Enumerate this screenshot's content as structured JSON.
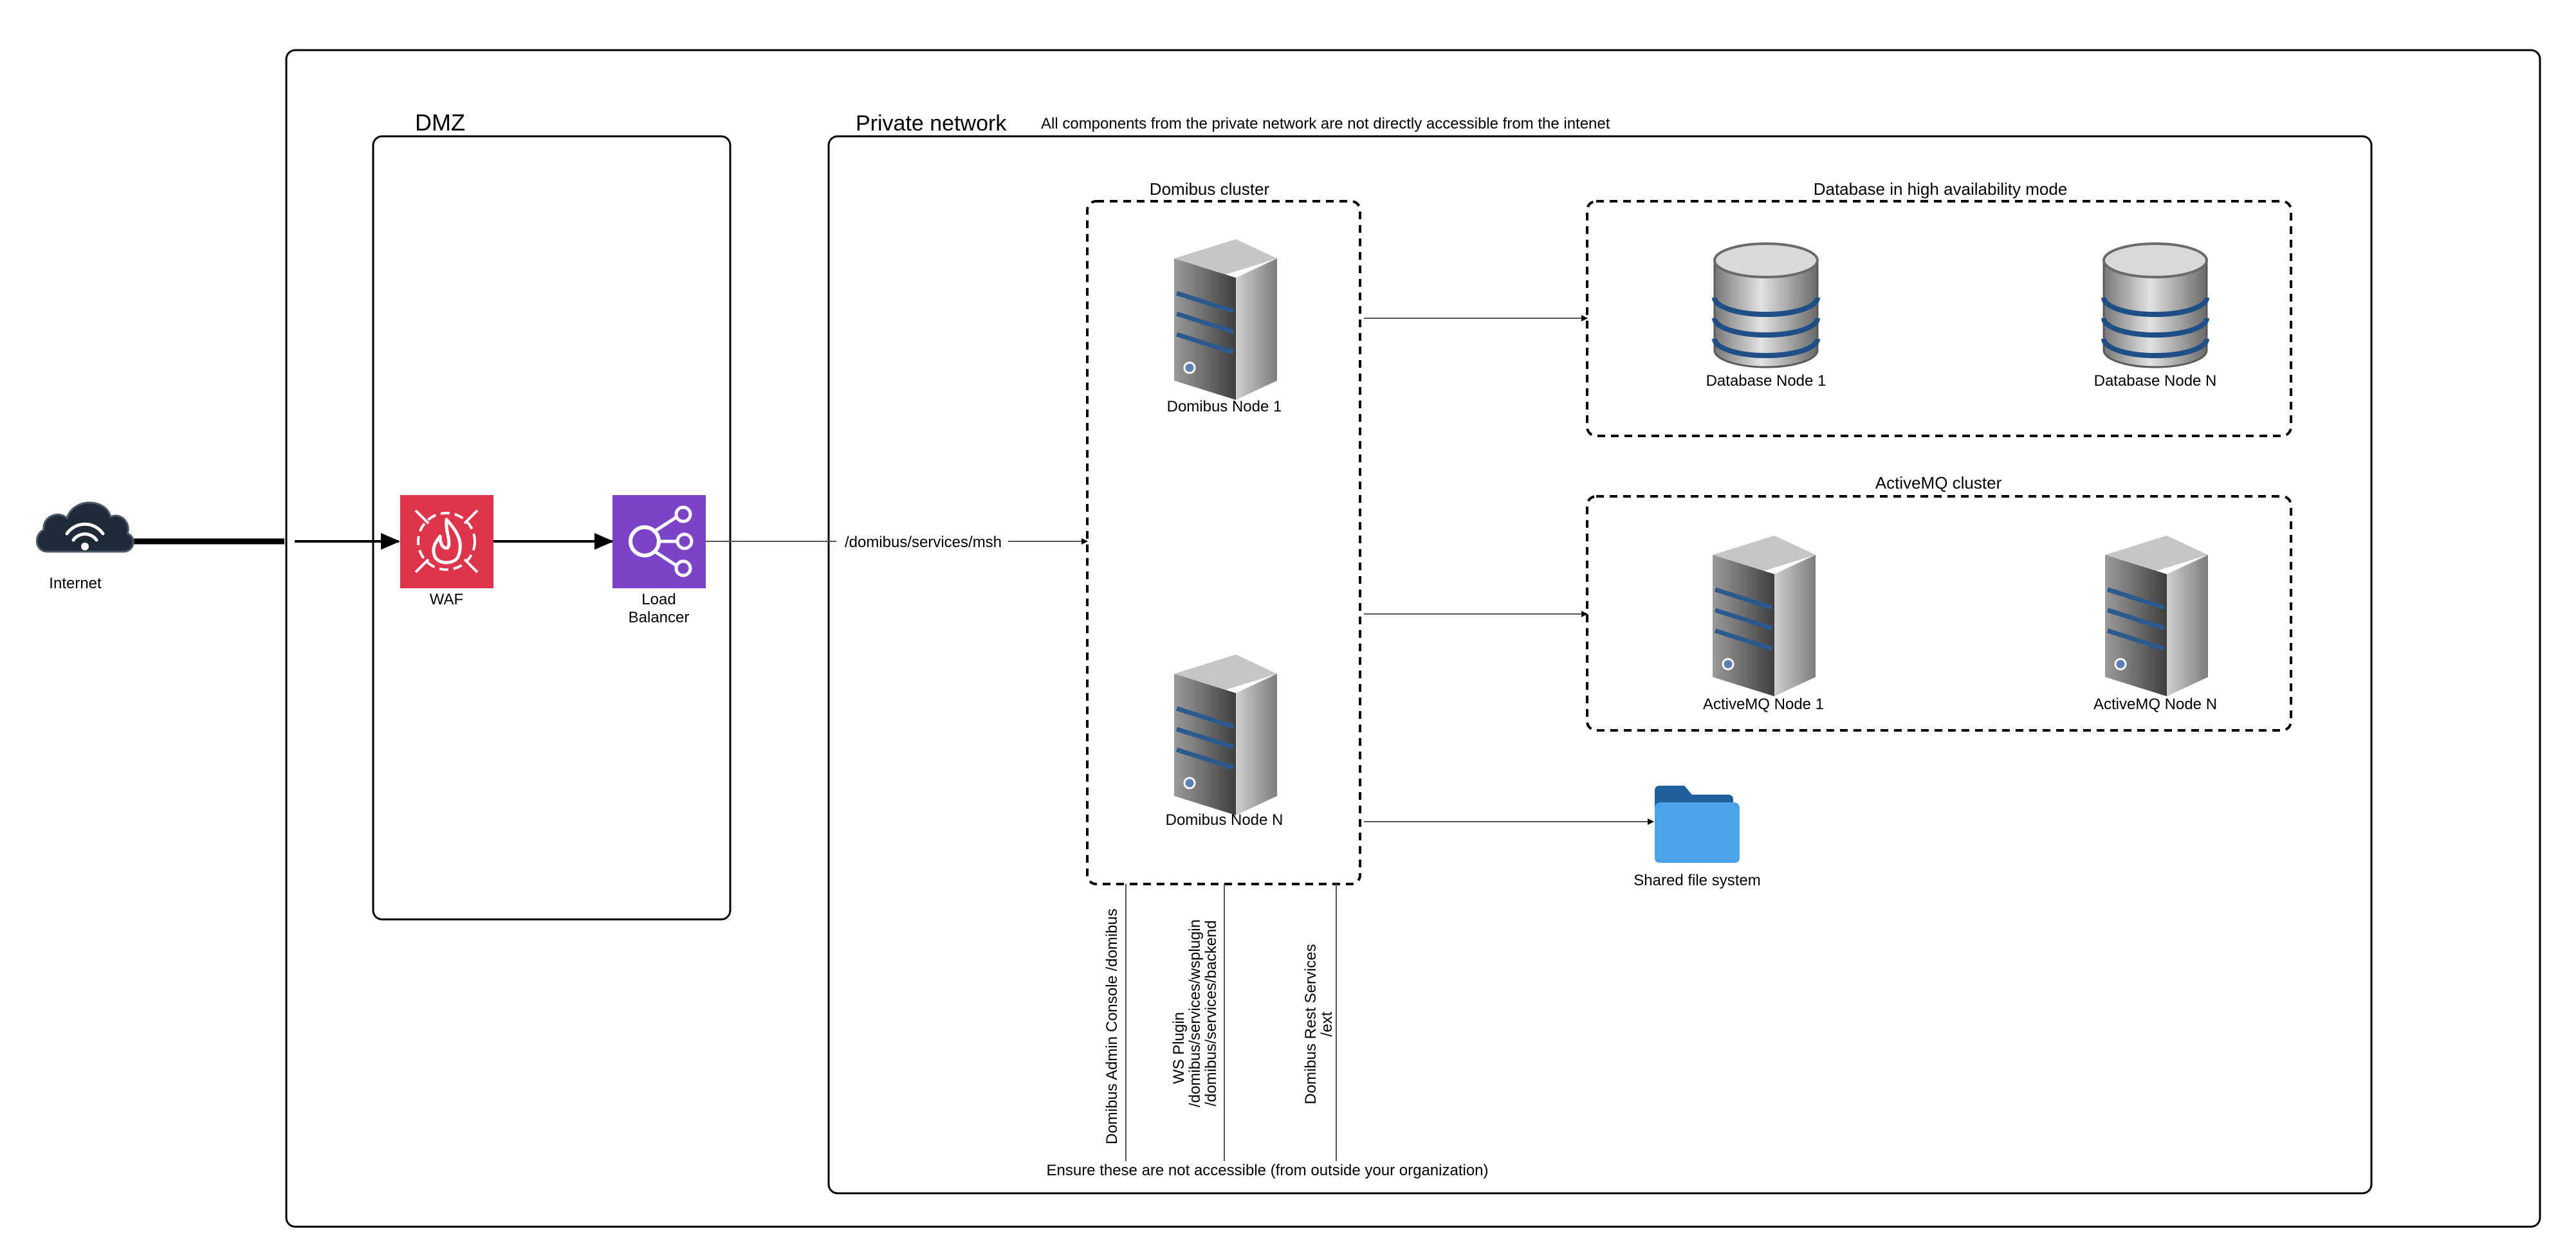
{
  "labels": {
    "internet": "Internet",
    "dmz": "DMZ",
    "private_network": "Private network",
    "private_note": "All components from the private network are not directly accessible from the intenet",
    "waf": "WAF",
    "lb_line1": "Load",
    "lb_line2": "Balancer",
    "msh_path": "/domibus/services/msh",
    "domibus_cluster": "Domibus cluster",
    "domibus_node_1": "Domibus Node 1",
    "domibus_node_n": "Domibus Node N",
    "db_group": "Database in high availability mode",
    "db_node_1": "Database Node 1",
    "db_node_n": "Database Node N",
    "amq_group": "ActiveMQ cluster",
    "amq_node_1": "ActiveMQ Node 1",
    "amq_node_n": "ActiveMQ Node N",
    "shared_fs": "Shared file system",
    "admin_console": "Domibus Admin Console /domibus",
    "ws_plugin_1": "WS Plugin",
    "ws_plugin_2": "/domibus/services/wsplugin",
    "ws_plugin_3": "/domibus/services/backend",
    "rest_1": "Domibus Rest Services",
    "rest_2": "/ext",
    "not_accessible": "Ensure these are not accessible (from outside your organization)"
  },
  "icons": {
    "internet": "cloud-wifi-icon",
    "waf": "firewall-icon",
    "load_balancer": "load-balancer-icon",
    "server": "server-icon",
    "database": "database-icon",
    "folder": "folder-icon"
  },
  "colors": {
    "waf": "#dd344c",
    "load_balancer": "#7b44c8",
    "folder": "#4aa3e8",
    "cloud": "#1f2a36"
  }
}
